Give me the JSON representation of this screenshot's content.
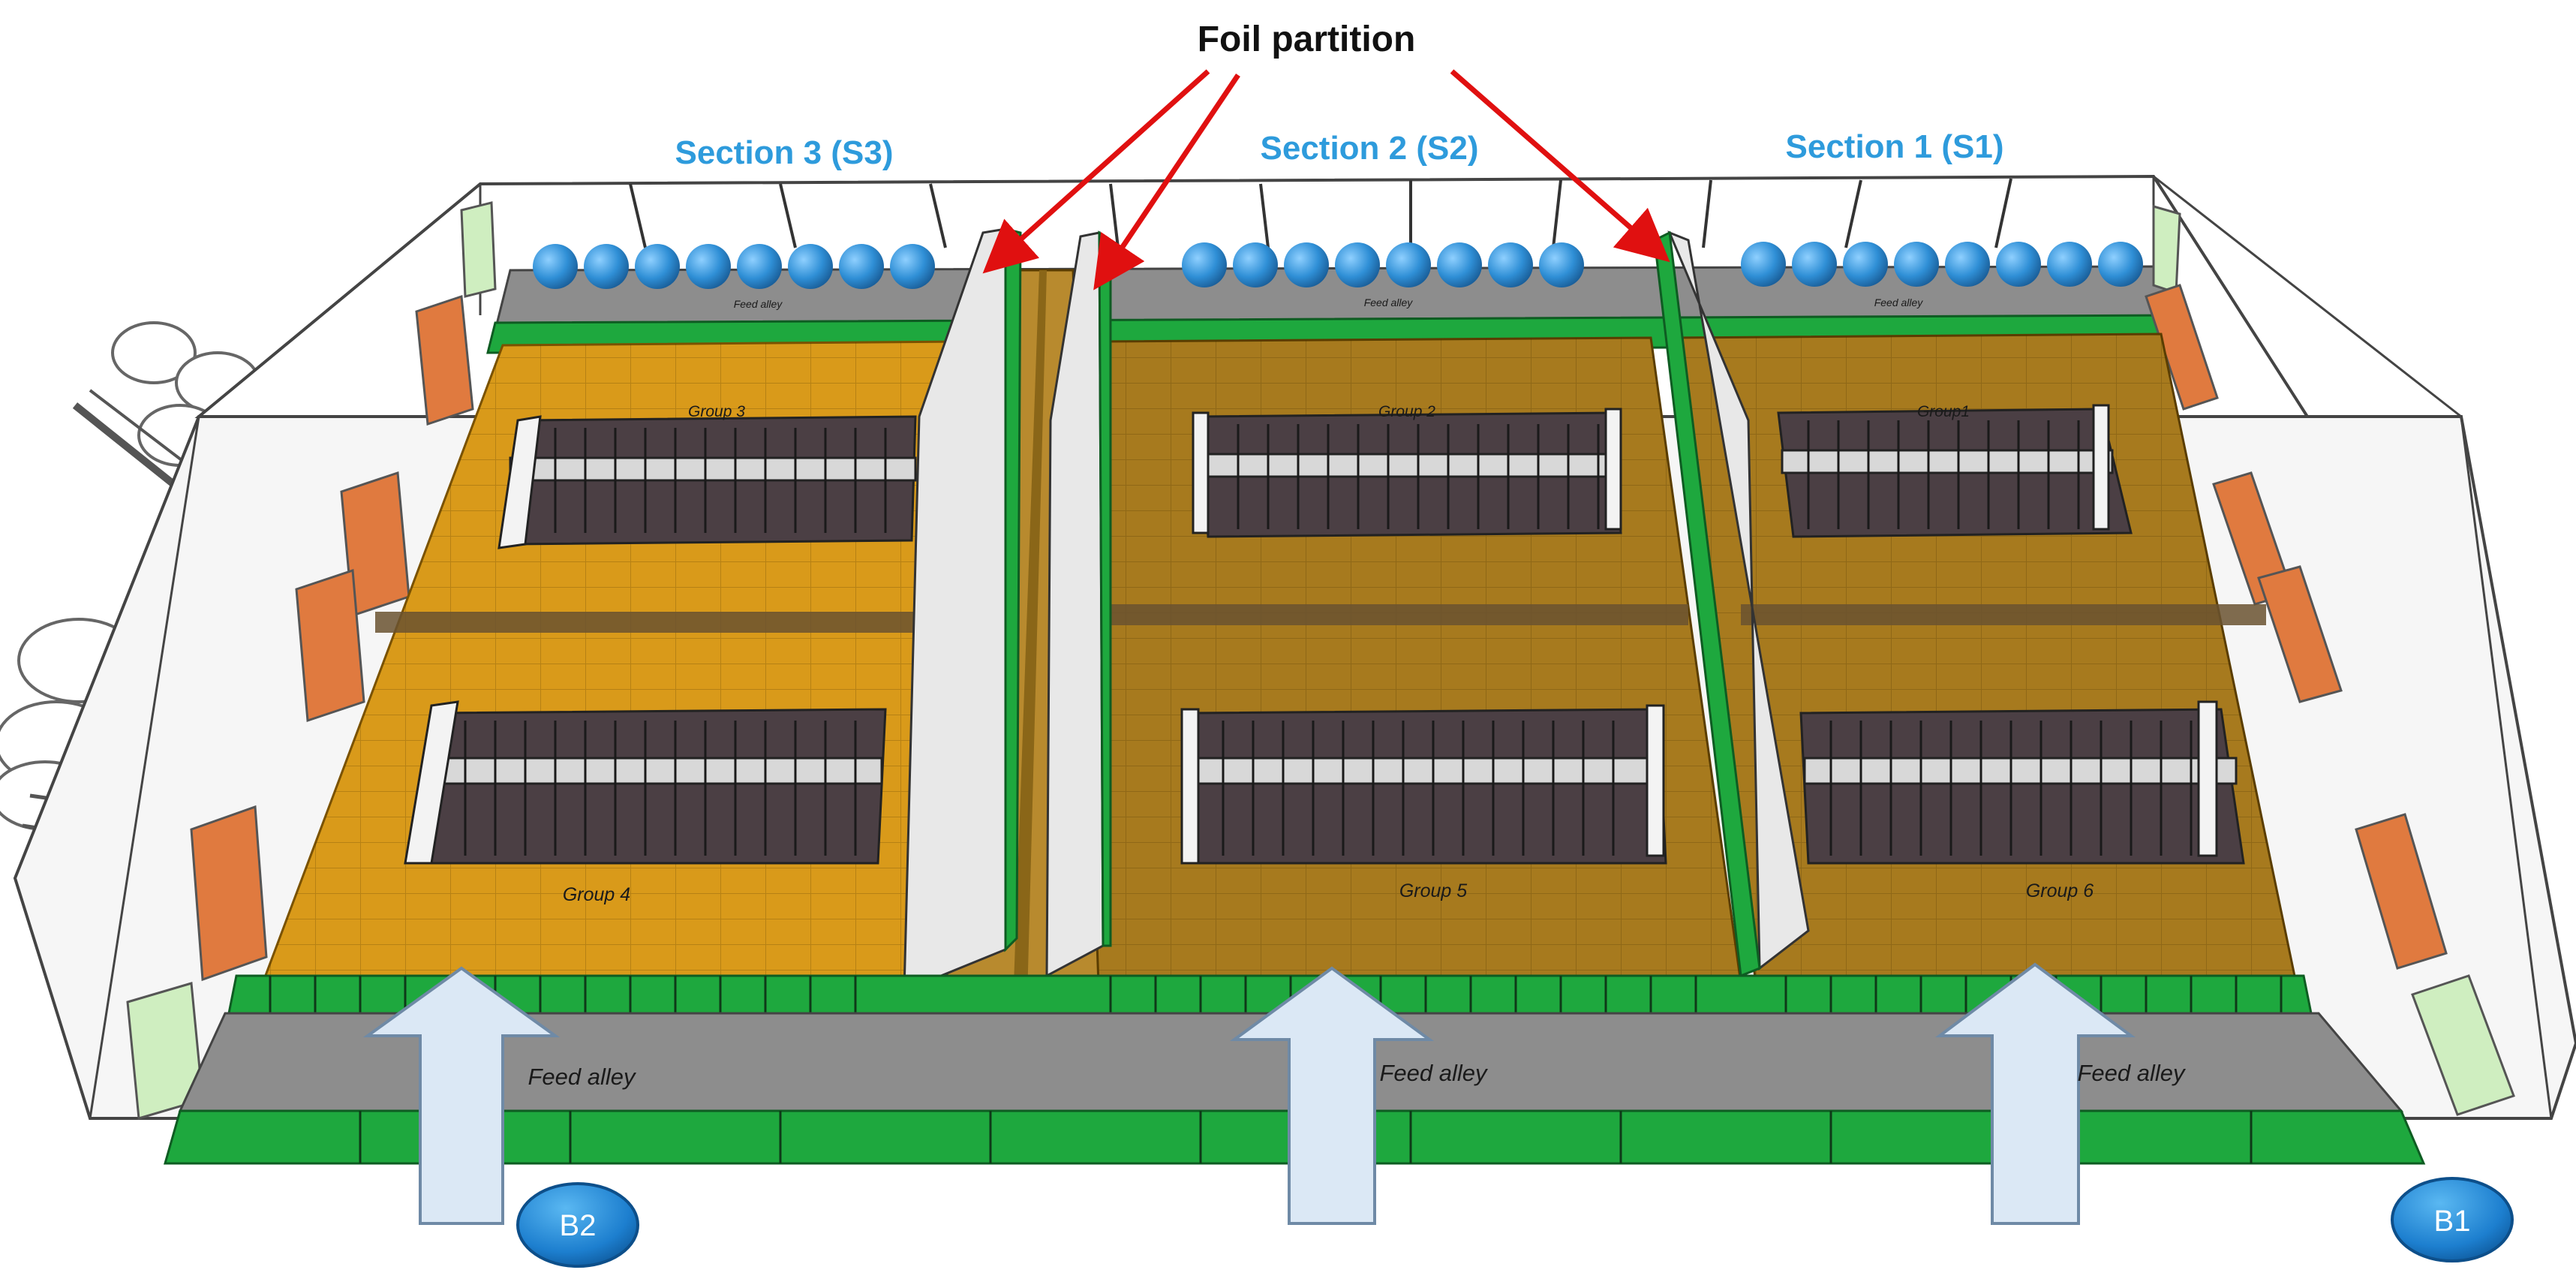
{
  "title": "Foil partition",
  "sections": [
    {
      "label": "Section 3 (S3)"
    },
    {
      "label": "Section 2 (S2)"
    },
    {
      "label": "Section 1 (S1)"
    }
  ],
  "groups": {
    "g3": "Group 3",
    "g2": "Group 2",
    "g1": "Group1",
    "g4": "Group 4",
    "g5": "Group 5",
    "g6": "Group 6"
  },
  "feed_alleys": {
    "back_s3": "Feed alley",
    "back_s2": "Feed alley",
    "back_s1": "Feed alley",
    "front_s3": "Feed alley",
    "front_s2": "Feed alley",
    "front_s1": "Feed alley"
  },
  "badges": {
    "b2": "B2",
    "b1": "B1"
  },
  "colors": {
    "section_label": "#2e9bdc",
    "floor_s3": "#d99a1a",
    "floor_s2_s1": "#a77a1e",
    "partition_arrows": "#e01010",
    "green_trim": "#1ea83e",
    "fans": "#2f8fd6"
  }
}
